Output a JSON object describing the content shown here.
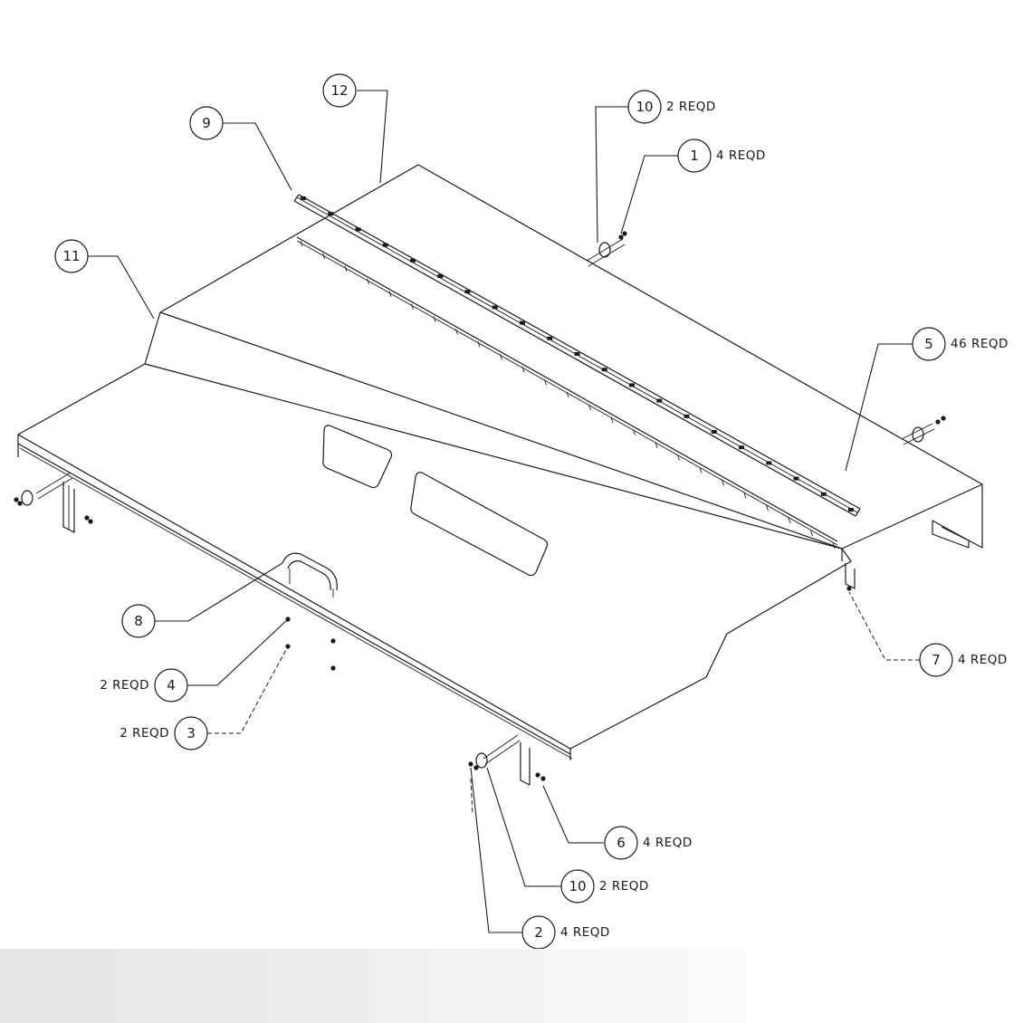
{
  "balloons": [
    {
      "id": "12",
      "num": "12",
      "qty": ""
    },
    {
      "id": "9",
      "num": "9",
      "qty": ""
    },
    {
      "id": "10-top",
      "num": "10",
      "qty": "2 REQD"
    },
    {
      "id": "1",
      "num": "1",
      "qty": "4 REQD"
    },
    {
      "id": "11",
      "num": "11",
      "qty": ""
    },
    {
      "id": "5",
      "num": "5",
      "qty": "46 REQD"
    },
    {
      "id": "7",
      "num": "7",
      "qty": "4 REQD"
    },
    {
      "id": "8",
      "num": "8",
      "qty": ""
    },
    {
      "id": "4",
      "num": "4",
      "qty": "2 REQD"
    },
    {
      "id": "3",
      "num": "3",
      "qty": "2 REQD"
    },
    {
      "id": "6",
      "num": "6",
      "qty": "4 REQD"
    },
    {
      "id": "10-bottom",
      "num": "10",
      "qty": "2 REQD"
    },
    {
      "id": "2",
      "num": "2",
      "qty": "4 REQD"
    }
  ],
  "colors": {
    "line": "#1a1a1a",
    "background": "#ffffff"
  }
}
